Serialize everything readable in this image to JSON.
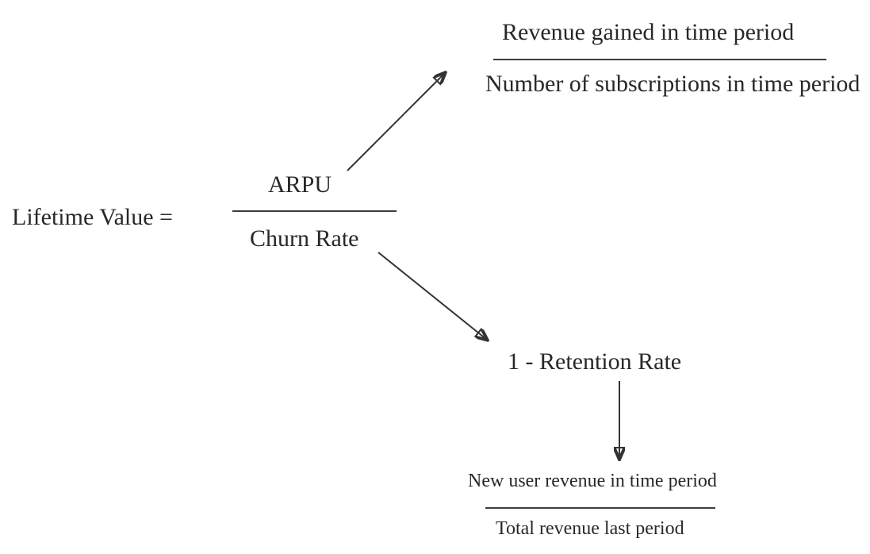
{
  "page": {
    "background_color": "#ffffff",
    "ink_color": "#282828",
    "line_color": "#3c3c3c"
  },
  "formula": {
    "lhs": "Lifetime Value =",
    "main_fraction": {
      "numerator": "ARPU",
      "denominator": "Churn Rate"
    },
    "arpu_detail_fraction": {
      "numerator": "Revenue gained in time period",
      "denominator": "Number of subscriptions in time period"
    },
    "churn_detail_expression": "1 - Retention Rate",
    "retention_detail_fraction": {
      "numerator": "New user revenue in time period",
      "denominator": "Total revenue last period"
    },
    "connectors": {
      "arpu_to_revenue_fraction": "arrow-up-right",
      "churn_to_retention_expression": "arrow-down-right",
      "retention_to_new_user_fraction": "arrow-down"
    }
  }
}
